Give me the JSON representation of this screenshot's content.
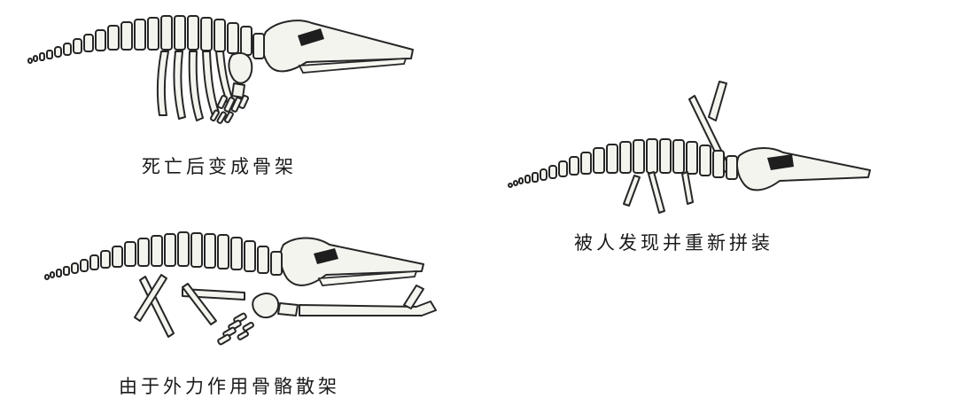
{
  "captions": {
    "stage1": "死亡后变成骨架",
    "stage2": "由于外力作用骨骼散架",
    "stage3": "被人发现并重新拼装"
  },
  "colors": {
    "background": "#ffffff",
    "bone_fill": "#f4f4ef",
    "outline": "#262626"
  }
}
